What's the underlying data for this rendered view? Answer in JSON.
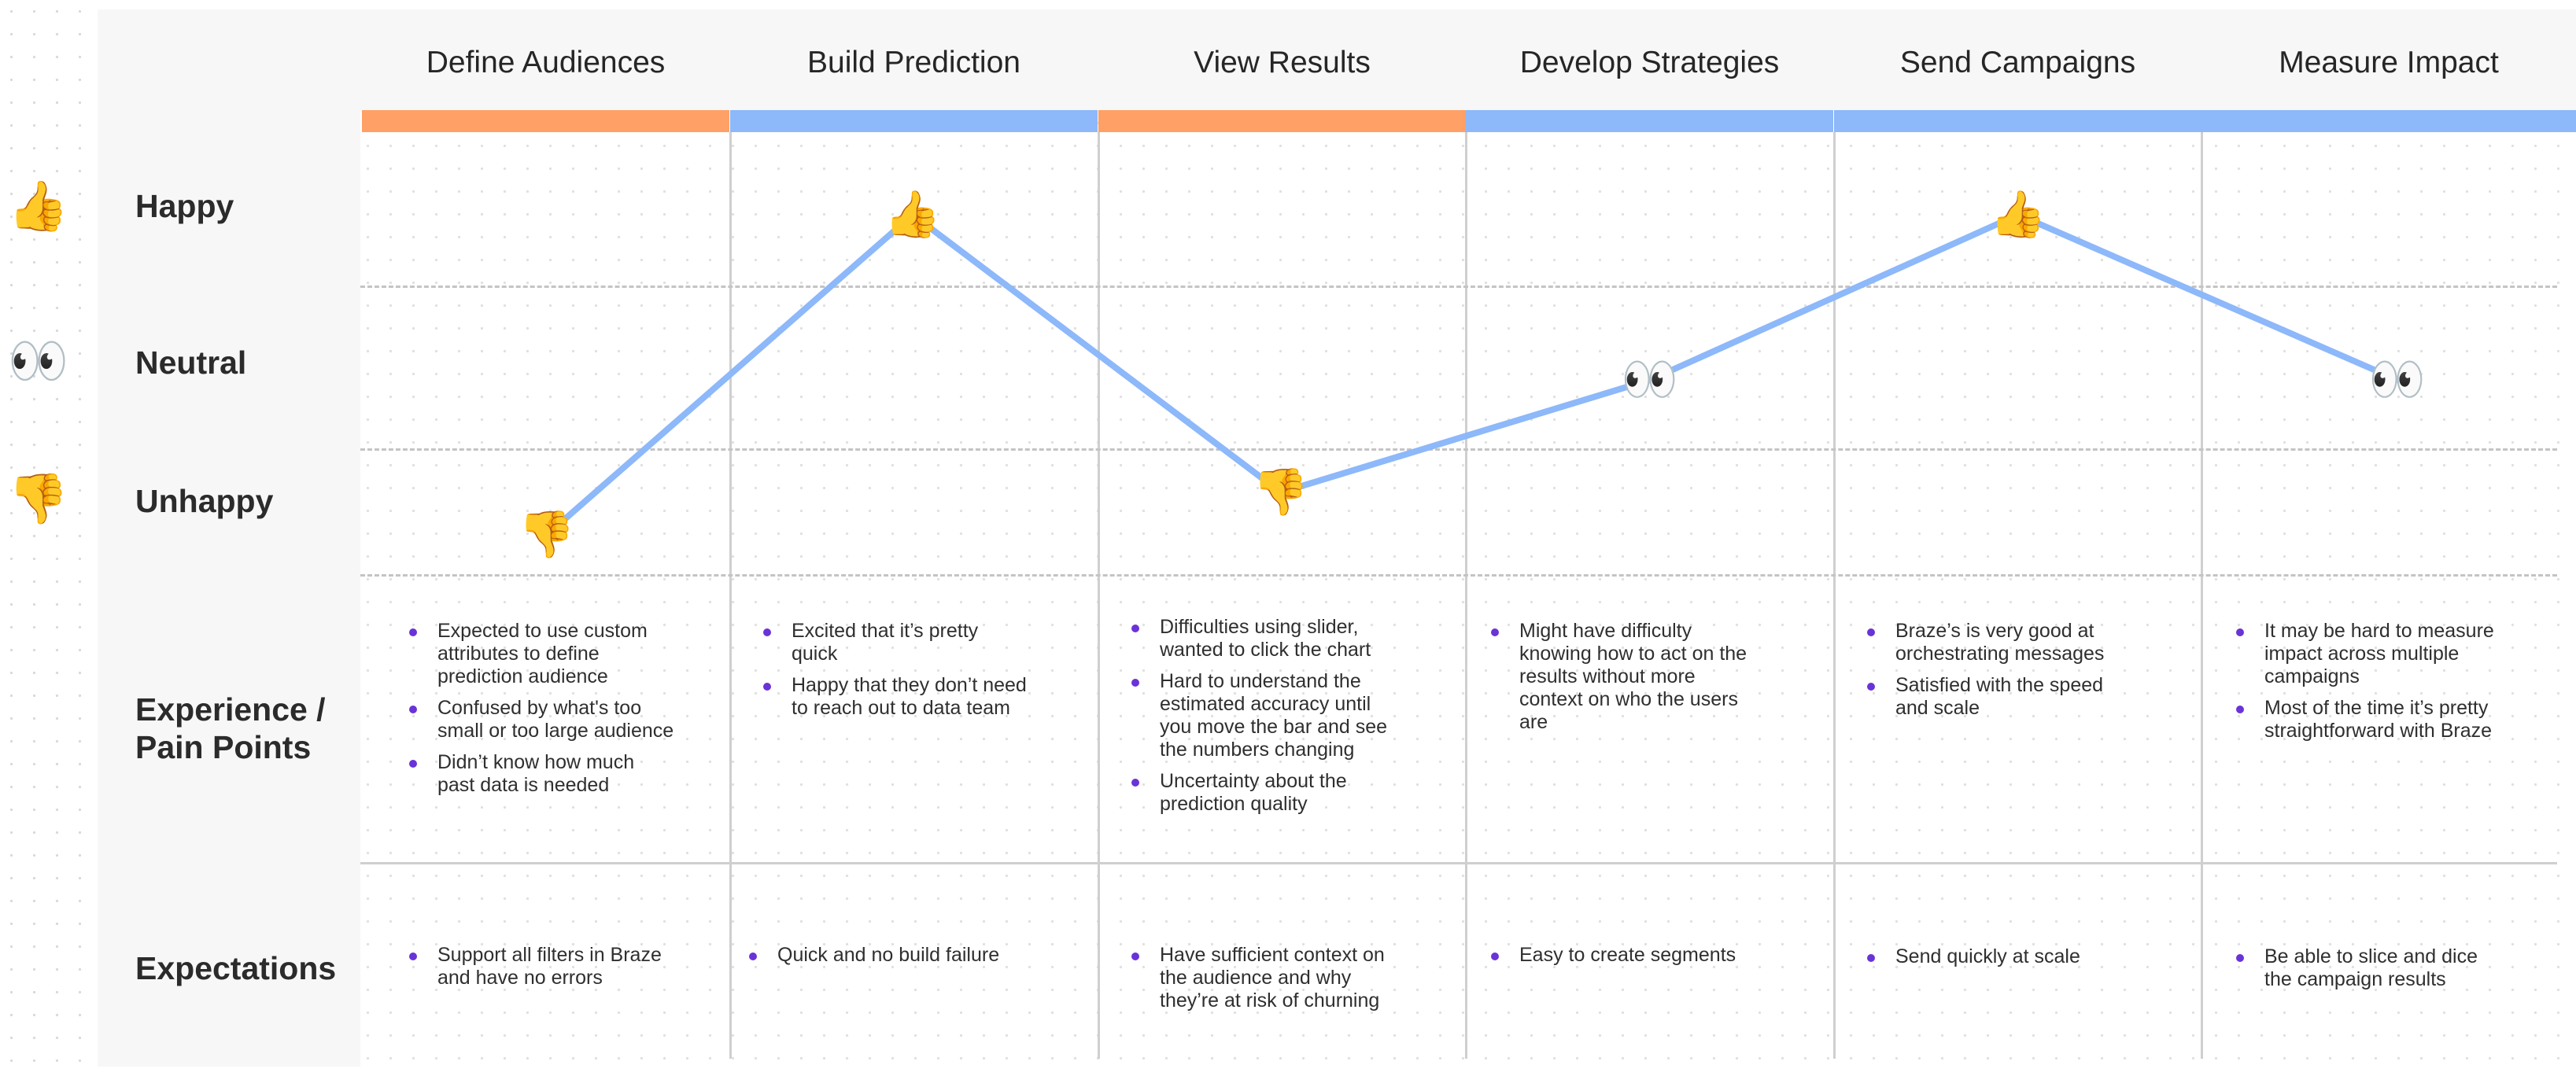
{
  "stages": [
    {
      "name": "Define Audiences",
      "color": "#FFA066"
    },
    {
      "name": "Build Prediction",
      "color": "#8DB8FA"
    },
    {
      "name": "View Results",
      "color": "#FFA066"
    },
    {
      "name": "Develop Strategies",
      "color": "#8DB8FA"
    },
    {
      "name": "Send Campaigns",
      "color": "#8DB8FA"
    },
    {
      "name": "Measure Impact",
      "color": "#8DB8FA"
    }
  ],
  "rows": {
    "happy": {
      "label": "Happy",
      "icon": "thumbs-up-icon",
      "glyph": "👍"
    },
    "neutral": {
      "label": "Neutral",
      "icon": "eyes-icon",
      "glyph": "👀"
    },
    "unhappy": {
      "label": "Unhappy",
      "icon": "thumbs-down-icon",
      "glyph": "👎"
    },
    "experience": {
      "line1": "Experience /",
      "line2": "Pain Points"
    },
    "expectations": {
      "label": "Expectations"
    }
  },
  "journey": {
    "line_color": "#8DB8FA",
    "points": [
      "unhappy",
      "happy",
      "unhappy",
      "neutral",
      "happy",
      "neutral"
    ]
  },
  "experience": [
    [
      "Expected to use custom attributes to define prediction audience",
      "Confused by what's too small or too large audience",
      "Didn’t know how much past data is needed"
    ],
    [
      "Excited that it’s pretty quick",
      "Happy that they don’t need to reach out to data team"
    ],
    [
      "Difficulties using slider, wanted to click the chart",
      "Hard to understand the estimated accuracy until you move the bar and see the numbers changing",
      "Uncertainty about the prediction quality"
    ],
    [
      "Might have difficulty knowing how to act on the results without more context on who the users are"
    ],
    [
      "Braze’s is very good at orchestrating messages",
      "Satisfied with the speed and scale"
    ],
    [
      "It may be hard to measure impact across multiple campaigns",
      "Most of the time it’s pretty straightforward with Braze"
    ]
  ],
  "expectations": [
    [
      "Support all filters in Braze and have no errors"
    ],
    [
      "Quick and no build failure"
    ],
    [
      "Have sufficient context on the audience and why they’re at risk of churning"
    ],
    [
      "Easy to create segments"
    ],
    [
      "Send quickly at scale"
    ],
    [
      "Be able to slice and dice the campaign results"
    ]
  ]
}
